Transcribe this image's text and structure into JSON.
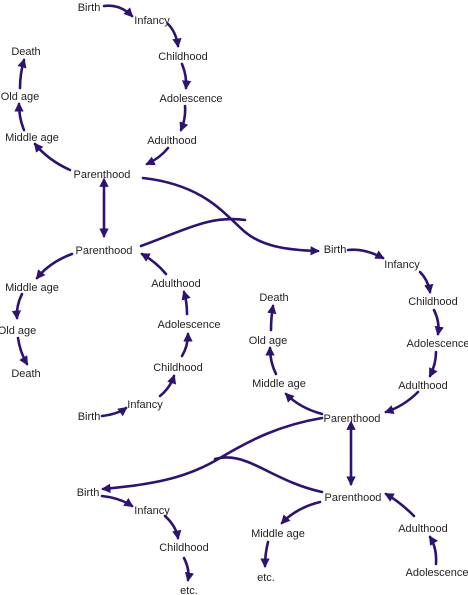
{
  "colors": {
    "arrow": "#2e1270",
    "text": "#231f20",
    "background": "#ffffff"
  },
  "labels": {
    "c1_birth": "Birth",
    "c1_infancy": "Infancy",
    "c1_childhood": "Childhood",
    "c1_adolescence": "Adolescence",
    "c1_adulthood": "Adulthood",
    "c1_parenthood": "Parenthood",
    "c1_middle_age": "Middle age",
    "c1_old_age": "Old age",
    "c1_death": "Death",
    "c2_parenthood": "Parenthood",
    "c2_middle_age": "Middle age",
    "c2_old_age": "Old age",
    "c2_death": "Death",
    "c2_adulthood": "Adulthood",
    "c2_adolescence": "Adolescence",
    "c2_childhood": "Childhood",
    "c2_infancy": "Infancy",
    "c2_birth": "Birth",
    "c3_birth": "Birth",
    "c3_infancy": "Infancy",
    "c3_childhood": "Childhood",
    "c3_adolescence": "Adolescence",
    "c3_adulthood": "Adulthood",
    "c3_parenthood": "Parenthood",
    "c3_middle_age": "Middle age",
    "c3_old_age": "Old age",
    "c3_death": "Death",
    "c4_parenthood": "Parenthood",
    "c4_adulthood": "Adulthood",
    "c4_adolescence": "Adolescence",
    "c4_middle_age": "Middle age",
    "c4_etc": "etc.",
    "c5_birth": "Birth",
    "c5_infancy": "Infancy",
    "c5_childhood": "Childhood",
    "c5_etc": "etc."
  }
}
